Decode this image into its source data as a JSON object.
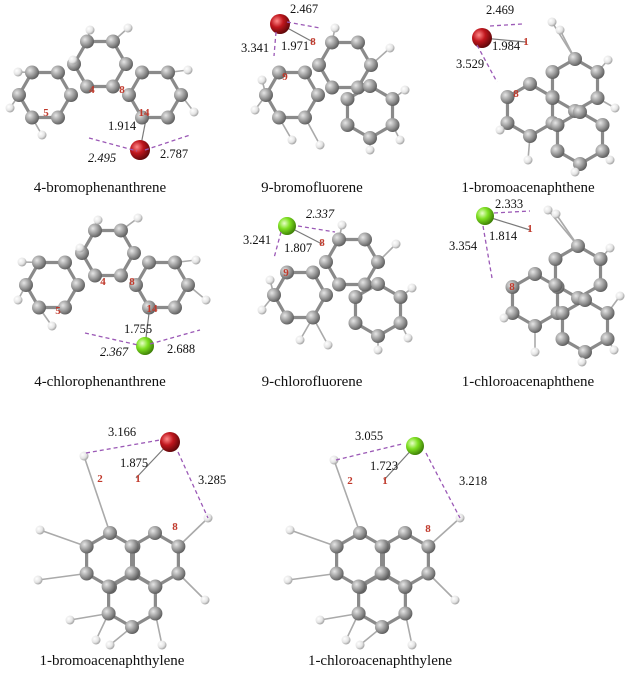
{
  "colors": {
    "carbon": "#9a9a9a",
    "hydrogen": "#eeeeee",
    "bromine": "#b0141a",
    "chlorine": "#7ee021",
    "contact_line": "#9b59b6",
    "atom_number": "#c0392b"
  },
  "molecules": [
    {
      "id": "4-bromophenanthrene",
      "caption": "4-bromophenanthrene",
      "halogen": "Br",
      "atom_labels": [
        "4",
        "5",
        "8",
        "14"
      ],
      "bond_length": "1.914",
      "distances": [
        "2.495",
        "2.787"
      ]
    },
    {
      "id": "9-bromofluorene",
      "caption": "9-bromofluorene",
      "halogen": "Br",
      "atom_labels": [
        "8",
        "9"
      ],
      "bond_length": "1.971",
      "distances": [
        "2.467",
        "3.341"
      ]
    },
    {
      "id": "1-bromoacenaphthene",
      "caption": "1-bromoacenaphthene",
      "halogen": "Br",
      "atom_labels": [
        "1",
        "8"
      ],
      "bond_length": "1.984",
      "distances": [
        "2.469",
        "3.529"
      ]
    },
    {
      "id": "4-chlorophenanthrene",
      "caption": "4-chlorophenanthrene",
      "halogen": "Cl",
      "atom_labels": [
        "4",
        "5",
        "8",
        "14"
      ],
      "bond_length": "1.755",
      "distances": [
        "2.367",
        "2.688"
      ]
    },
    {
      "id": "9-chlorofluorene",
      "caption": "9-chlorofluorene",
      "halogen": "Cl",
      "atom_labels": [
        "8",
        "9"
      ],
      "bond_length": "1.807",
      "distances": [
        "2.337",
        "3.241"
      ]
    },
    {
      "id": "1-chloroacenaphthene",
      "caption": "1-chloroacenaphthene",
      "halogen": "Cl",
      "atom_labels": [
        "1",
        "8"
      ],
      "bond_length": "1.814",
      "distances": [
        "2.333",
        "3.354"
      ]
    },
    {
      "id": "1-bromoacenaphthylene",
      "caption": "1-bromoacenaphthylene",
      "halogen": "Br",
      "atom_labels": [
        "2",
        "1",
        "8"
      ],
      "bond_length": "1.875",
      "distances": [
        "3.166",
        "3.285"
      ]
    },
    {
      "id": "1-chloroacenaphthylene",
      "caption": "1-chloroacenaphthylene",
      "halogen": "Cl",
      "atom_labels": [
        "2",
        "1",
        "8"
      ],
      "bond_length": "1.723",
      "distances": [
        "3.055",
        "3.218"
      ]
    }
  ]
}
